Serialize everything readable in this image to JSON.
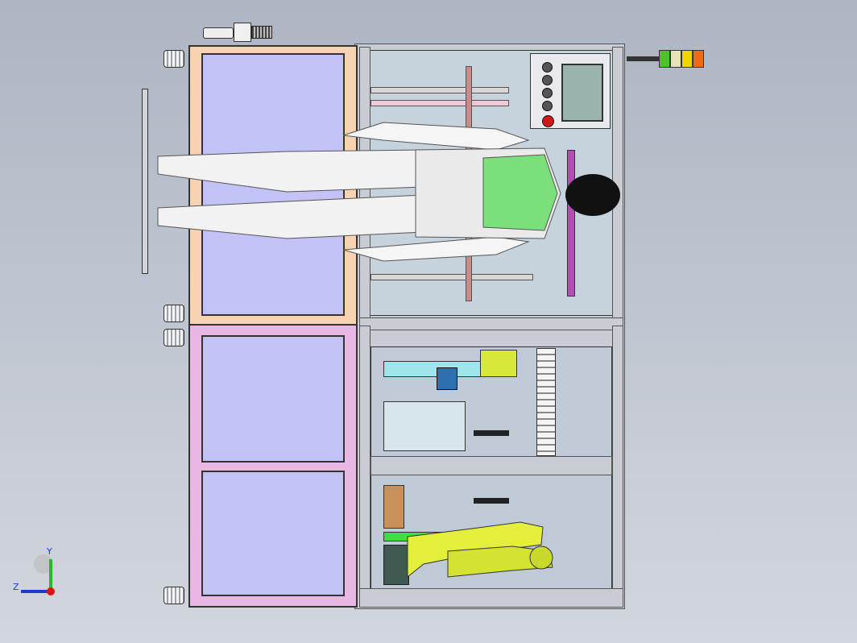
{
  "viewport": {
    "background_top": "#aeb5c3",
    "background_bottom": "#d2d6de"
  },
  "triad": {
    "y_label": "Y",
    "z_label": "Z",
    "y_color": "#1fbf1f",
    "z_color": "#1b3ec9",
    "origin_color": "#d11"
  },
  "signal_tower": {
    "colors": [
      "#4cc22b",
      "#e7e2b8",
      "#f2d400",
      "#ef6a16"
    ]
  },
  "hmi_panel": {
    "button_count": 5,
    "estop_color": "#d01818"
  },
  "operator": {
    "shirt_color": "#7be07b",
    "head_color": "#111"
  }
}
